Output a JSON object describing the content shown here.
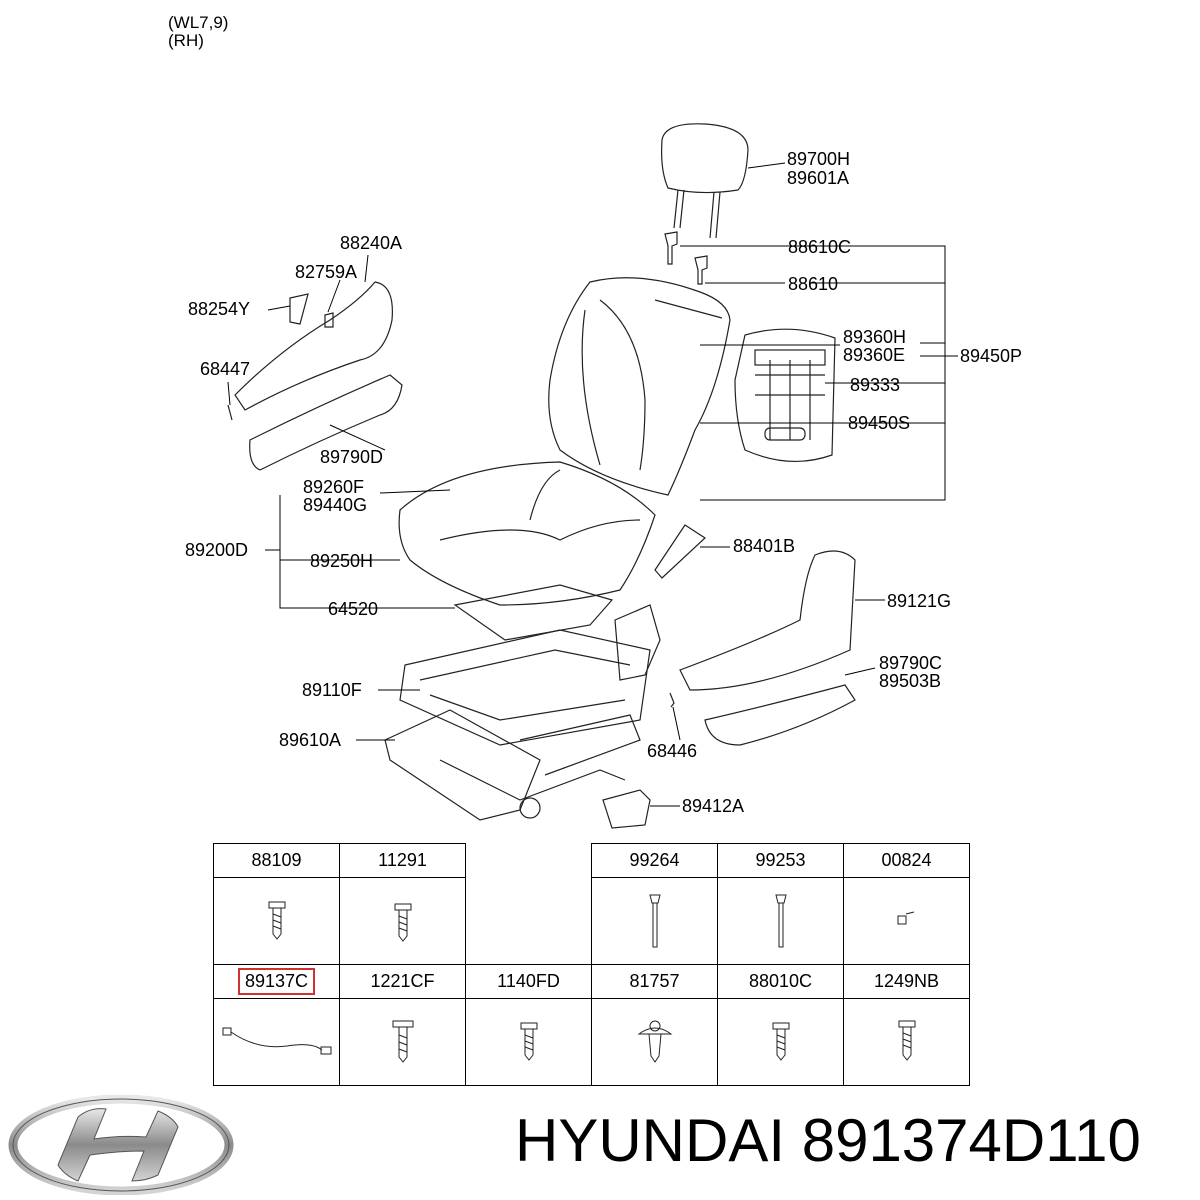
{
  "header": {
    "model": "(WL7,9)",
    "side": "(RH)"
  },
  "callouts": [
    {
      "id": "c1",
      "text": "89700H"
    },
    {
      "id": "c2",
      "text": "89601A"
    },
    {
      "id": "c3",
      "text": "88240A"
    },
    {
      "id": "c4",
      "text": "82759A"
    },
    {
      "id": "c5",
      "text": "88254Y"
    },
    {
      "id": "c6",
      "text": "88610C"
    },
    {
      "id": "c7",
      "text": "88610"
    },
    {
      "id": "c8",
      "text": "68447"
    },
    {
      "id": "c9",
      "text": "89360H"
    },
    {
      "id": "c10",
      "text": "89360E"
    },
    {
      "id": "c11",
      "text": "89450P"
    },
    {
      "id": "c12",
      "text": "89333"
    },
    {
      "id": "c13",
      "text": "89450S"
    },
    {
      "id": "c14",
      "text": "89790D"
    },
    {
      "id": "c15",
      "text": "89260F"
    },
    {
      "id": "c16",
      "text": "89440G"
    },
    {
      "id": "c17",
      "text": "89200D"
    },
    {
      "id": "c18",
      "text": "89250H"
    },
    {
      "id": "c19",
      "text": "88401B"
    },
    {
      "id": "c20",
      "text": "64520"
    },
    {
      "id": "c21",
      "text": "89121G"
    },
    {
      "id": "c22",
      "text": "89790C"
    },
    {
      "id": "c23",
      "text": "89503B"
    },
    {
      "id": "c24",
      "text": "89110F"
    },
    {
      "id": "c25",
      "text": "89610A"
    },
    {
      "id": "c26",
      "text": "68446"
    },
    {
      "id": "c27",
      "text": "89412A"
    }
  ],
  "parts_table": {
    "row1": [
      "88109",
      "11291",
      "",
      "99264",
      "99253",
      "00824"
    ],
    "row2": [
      "89137C",
      "1221CF",
      "1140FD",
      "81757",
      "88010C",
      "1249NB"
    ],
    "highlighted": "89137C"
  },
  "footer": {
    "brand": "HYUNDAI",
    "part_number": "891374D110",
    "logo_icon": "hyundai-logo"
  }
}
